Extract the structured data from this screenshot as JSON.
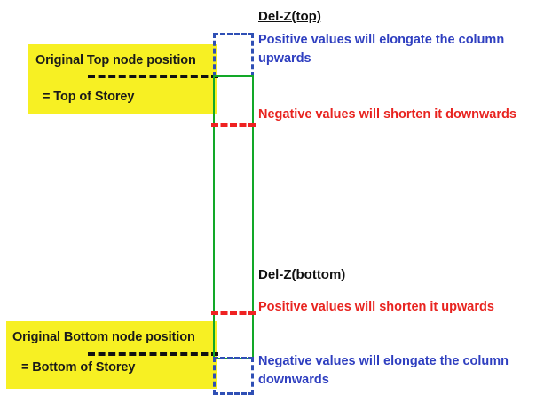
{
  "diagram": {
    "title_top": "Del-Z(top)",
    "title_bottom": "Del-Z(bottom)",
    "notes": {
      "top_positive": "Positive values will elongate the column upwards",
      "top_negative": "Negative values will shorten it downwards",
      "bottom_positive": "Positive values will shorten it upwards",
      "bottom_negative": "Negative values will elongate the column downwards"
    },
    "callouts": {
      "top_node": "Original Top node position",
      "top_storey": "= Top of Storey",
      "bottom_node": "Original Bottom node position",
      "bottom_storey": "= Bottom of Storey"
    },
    "colors": {
      "highlight": "#f7f023",
      "column_outline": "#12a828",
      "extension_dash": "#2f4fb5",
      "shorten_dash": "#ef2222",
      "node_line": "#111111",
      "blue_text": "#2f3fc0",
      "red_text": "#e8231f",
      "background": "#ffffff"
    }
  }
}
